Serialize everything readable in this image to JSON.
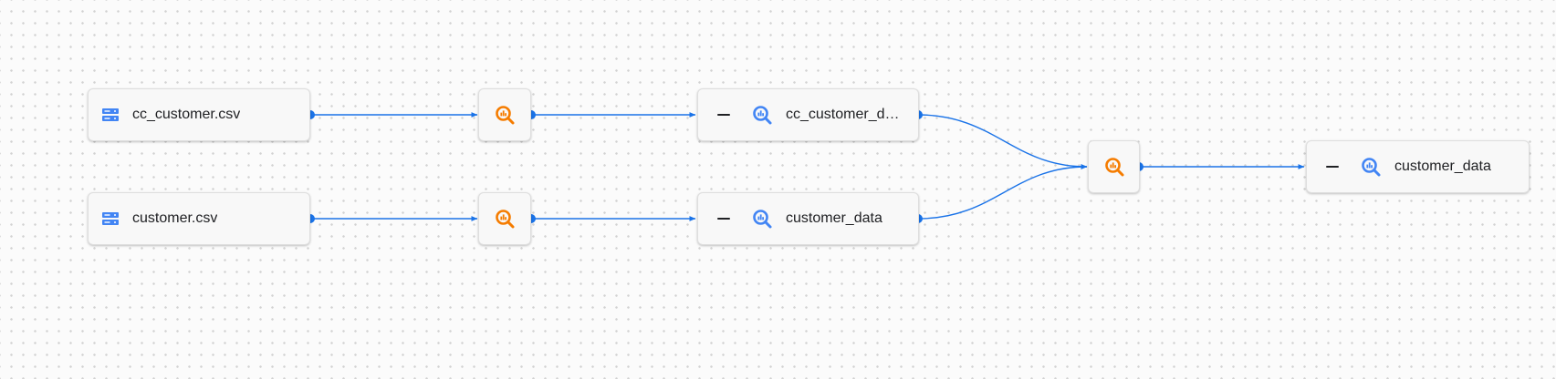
{
  "graph": {
    "sources": [
      {
        "label": "cc_customer.csv",
        "icon": "storage-icon"
      },
      {
        "label": "customer.csv",
        "icon": "storage-icon"
      }
    ],
    "operations": [
      {
        "icon": "bigquery-query-icon"
      },
      {
        "icon": "bigquery-query-icon"
      },
      {
        "icon": "bigquery-query-icon"
      }
    ],
    "tables": [
      {
        "label": "cc_customer_data",
        "icon": "bigquery-table-icon",
        "collapse_icon": "minus-icon"
      },
      {
        "label": "customer_data",
        "icon": "bigquery-table-icon",
        "collapse_icon": "minus-icon"
      },
      {
        "label": "customer_data",
        "icon": "bigquery-table-icon",
        "collapse_icon": "minus-icon"
      }
    ]
  },
  "colors": {
    "edge": "#1a73e8",
    "storage_icon": "#4285f4",
    "operation_icon": "#f57c00",
    "table_icon": "#4285f4"
  }
}
